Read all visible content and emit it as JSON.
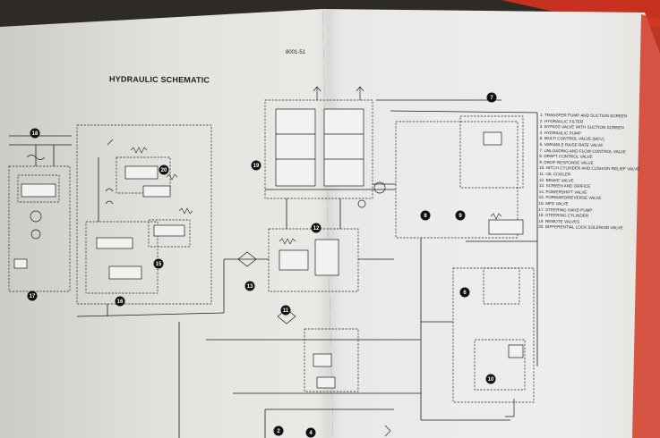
{
  "page": {
    "page_code": "8001-51",
    "title": "HYDRAULIC SCHEMATIC"
  },
  "legend": {
    "items": [
      "1. TRANSFER PUMP AND SUCTION SCREEN",
      "2. HYDRAULIC FILTER",
      "3. BYPASS VALVE WITH SUCTION SCREEN",
      "4. HYDRAULIC PUMP",
      "5. MULTI CONTROL VALVE (MCV)",
      "6. VARIABLE RAISE RATE VALVE",
      "7. UNLOADING AND FLOW CONTROL VALVE",
      "8. DRAFT CONTROL VALVE",
      "9. DROP RESPONSE VALVE",
      "10. HITCH CYLINDER AND CUSHION RELIEF VALVE",
      "11. OIL COOLER",
      "12. BRAKE VALVE",
      "13. SCREEN AND ORIFICE",
      "14. POWERSHIFT VALVE",
      "15. FORWARD/REVERSE VALVE",
      "16. MFD VALVE",
      "17. STEERING HAND PUMP",
      "18. STEERING CYLINDER",
      "19. REMOTE VALVES",
      "20. DIFFERENTIAL LOCK SOLENOID VALVE"
    ]
  },
  "callouts": [
    "18",
    "20",
    "17",
    "16",
    "15",
    "13",
    "12",
    "11",
    "19",
    "7",
    "8",
    "9",
    "6",
    "10",
    "2",
    "4"
  ],
  "colors": {
    "paper": "#ededeb",
    "ink": "#1e1e1e",
    "red_border": "#d23a26",
    "background": "#2e2a26"
  }
}
